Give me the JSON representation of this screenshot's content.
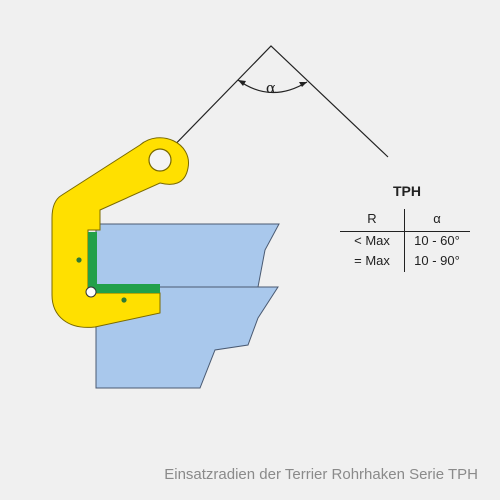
{
  "diagram": {
    "angle_symbol": "α",
    "colors": {
      "background": "#f0f0f0",
      "clamp_yellow": "#ffe000",
      "clamp_outline": "#7a6a00",
      "jaw_green": "#22a04a",
      "material_blue": "#a9c8ec",
      "outline": "#4a5a72",
      "line": "#222222"
    },
    "icons": [
      "pivot-pin-icon",
      "bolt-icon"
    ]
  },
  "spec_table": {
    "title": "TPH",
    "headers": [
      "R",
      "α"
    ],
    "rows": [
      [
        "< Max",
        "10 - 60°"
      ],
      [
        "= Max",
        "10 - 90°"
      ]
    ]
  },
  "caption": "Einsatzradien der Terrier Rohrhaken Serie TPH"
}
